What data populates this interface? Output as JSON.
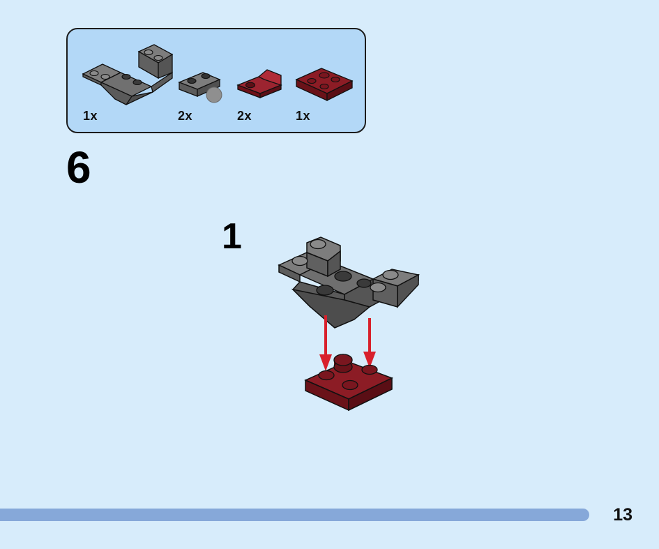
{
  "parts_list": {
    "items": [
      {
        "name": "gray-inverted-slope-plate-icon",
        "quantity": "1x",
        "color": "#6b6b6b"
      },
      {
        "name": "gray-plate-with-ball-icon",
        "quantity": "2x",
        "color": "#6b6b6b"
      },
      {
        "name": "red-bracket-plate-icon",
        "quantity": "2x",
        "color": "#8c1c25"
      },
      {
        "name": "red-2x2-jumper-plate-icon",
        "quantity": "1x",
        "color": "#8c1c25"
      }
    ]
  },
  "step": {
    "number": "6",
    "substep": "1",
    "arrow_color": "#d8202c"
  },
  "colors": {
    "background": "#d7ecfb",
    "panel": "#b3d8f7",
    "gray_brick": "#6b6b6b",
    "dark_red_brick": "#8c1c25",
    "page_bar": "#86a8d9"
  },
  "page": {
    "number": "13"
  }
}
